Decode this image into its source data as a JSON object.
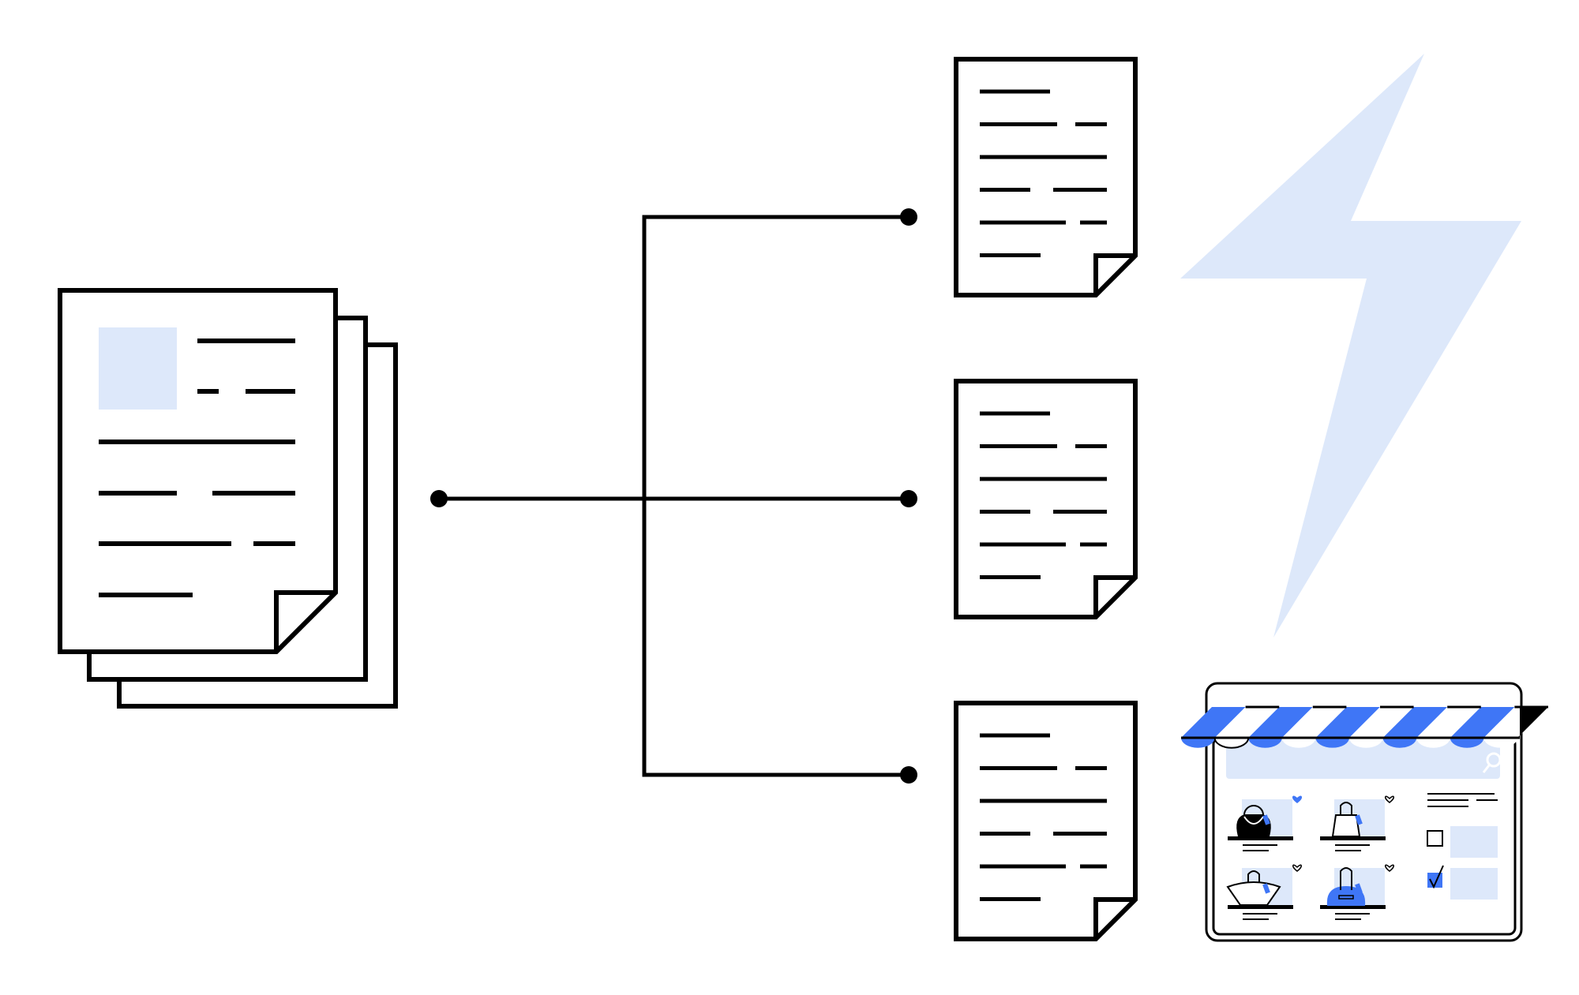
{
  "diagram": {
    "title": "",
    "description_alt": "",
    "colors": {
      "background": "#ffffff",
      "stroke": "#000000",
      "accent_blue": "#3f76f6",
      "light_blue": "#dde8fa",
      "white": "#ffffff"
    },
    "source": {
      "kind": "document-stack",
      "pages": 3,
      "has_image_placeholder": true,
      "text_lines": [
        [
          1
        ],
        [
          0.2,
          0.55
        ],
        [
          1
        ],
        [
          0.45,
          0.55
        ],
        [
          0.67,
          0.2
        ],
        [
          0.5
        ]
      ]
    },
    "connector": {
      "kind": "branch",
      "from": "source",
      "to": [
        "output-document-1",
        "output-document-2",
        "output-document-3"
      ],
      "endpoint_marker": "dot"
    },
    "outputs": [
      {
        "id": "output-document-1",
        "kind": "document",
        "text_lines": [
          [
            0.55
          ],
          [
            0.6,
            0.25
          ],
          [
            1
          ],
          [
            0.4,
            0.42
          ],
          [
            0.67,
            0.21
          ],
          [
            0.48
          ]
        ]
      },
      {
        "id": "output-document-2",
        "kind": "document",
        "text_lines": [
          [
            0.55
          ],
          [
            0.6,
            0.25
          ],
          [
            1
          ],
          [
            0.4,
            0.42
          ],
          [
            0.67,
            0.21
          ],
          [
            0.48
          ]
        ]
      },
      {
        "id": "output-document-3",
        "kind": "document",
        "text_lines": [
          [
            0.55
          ],
          [
            0.6,
            0.25
          ],
          [
            1
          ],
          [
            0.4,
            0.42
          ],
          [
            0.67,
            0.21
          ],
          [
            0.48
          ]
        ]
      }
    ],
    "decorations": [
      {
        "id": "lightning-bolt",
        "icon": "lightning-bolt-icon",
        "color_key": "light_blue"
      }
    ],
    "storefront": {
      "icon": "online-store-window",
      "awning": {
        "stripes": 10,
        "pattern": [
          "blue",
          "white"
        ]
      },
      "search": {
        "icon": "search-icon",
        "placeholder": ""
      },
      "products": [
        {
          "item": "black-handbag",
          "bag_color": "black",
          "favorited": true
        },
        {
          "item": "tote-bag",
          "bag_color": "white",
          "favorited": false
        },
        {
          "item": "basket-bag",
          "bag_color": "white",
          "favorited": false
        },
        {
          "item": "bowling-bag",
          "bag_color": "blue",
          "favorited": false
        }
      ],
      "filters": [
        {
          "checked": false
        },
        {
          "checked": true
        }
      ]
    }
  }
}
